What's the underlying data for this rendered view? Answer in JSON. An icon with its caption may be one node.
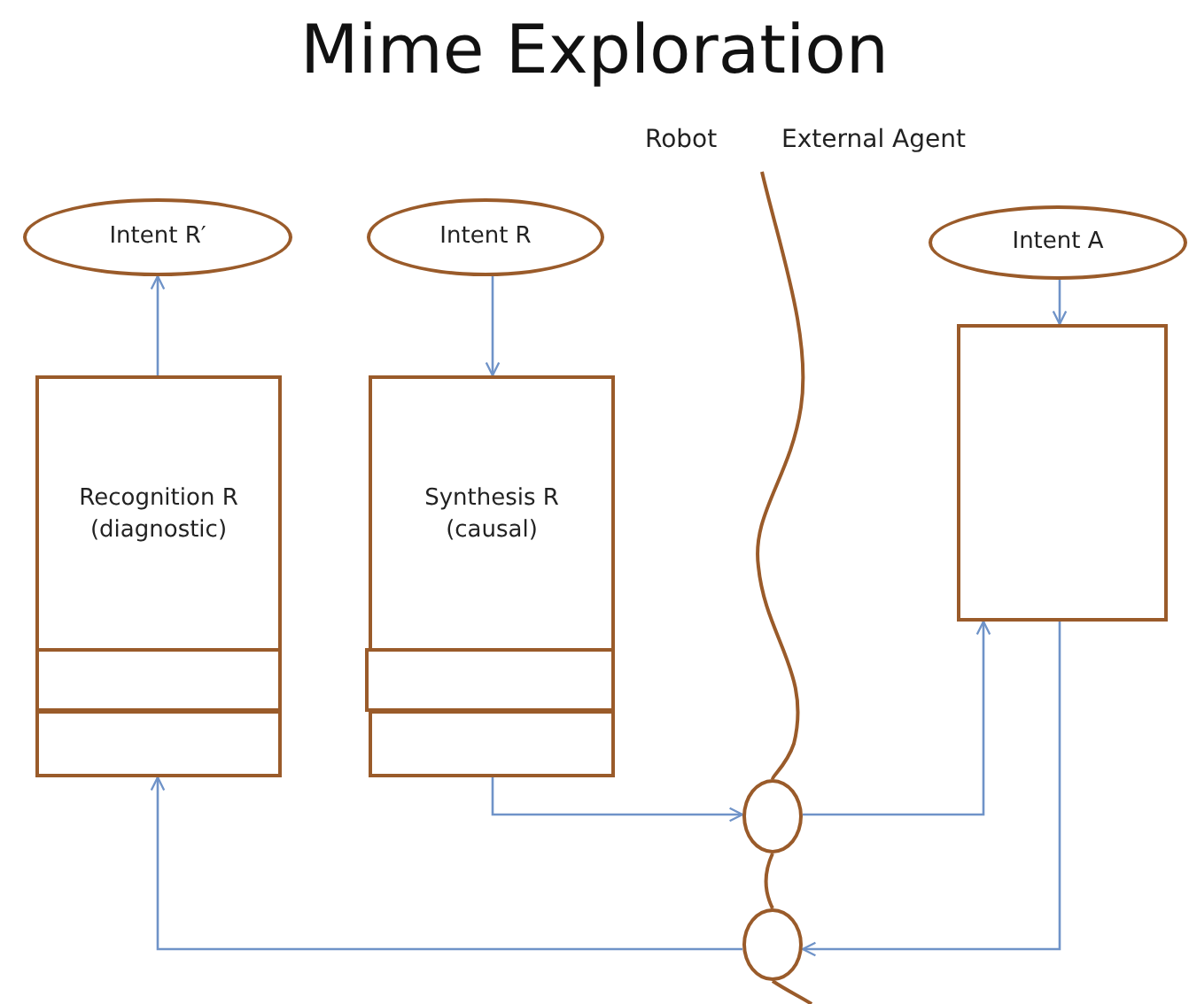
{
  "diagram": {
    "title": "Mime Exploration",
    "nodes": [
      {
        "text": [
          "Intent R′"
        ]
      },
      {
        "text": [
          "Intent R"
        ]
      },
      {
        "text": [
          "Intent A"
        ]
      },
      {
        "text": [
          "Recognition R (diagnostic)"
        ]
      },
      {
        "text": [],
        "shape": "box",
        "in": 3
      },
      {
        "text": [],
        "shape": "box",
        "in": 3
      },
      {
        "text": [
          "Synthesis R (causal)"
        ]
      },
      {
        "text": [],
        "shape": "box",
        "in": 6
      },
      {
        "text": [],
        "shape": "box",
        "in": 6
      },
      {
        "text": [],
        "shape": "box"
      },
      {
        "text": [],
        "shape": "circle"
      },
      {
        "text": [],
        "shape": "circle"
      }
    ],
    "edges": [
      {
        "from": 3,
        "to": 0,
        "arrow": "to"
      },
      {
        "from": 1,
        "to": 6,
        "arrow": "to"
      },
      {
        "from": 2,
        "to": 9,
        "arrow": "to"
      },
      {
        "from": 6,
        "to": 10,
        "arrow": "to"
      },
      {
        "from": 10,
        "to": 9,
        "arrow": "to"
      },
      {
        "from": 9,
        "to": 11,
        "arrow": "to"
      },
      {
        "from": 11,
        "to": 3,
        "arrow": "to"
      }
    ],
    "labels": [
      "Robot",
      "External Agent"
    ]
  }
}
